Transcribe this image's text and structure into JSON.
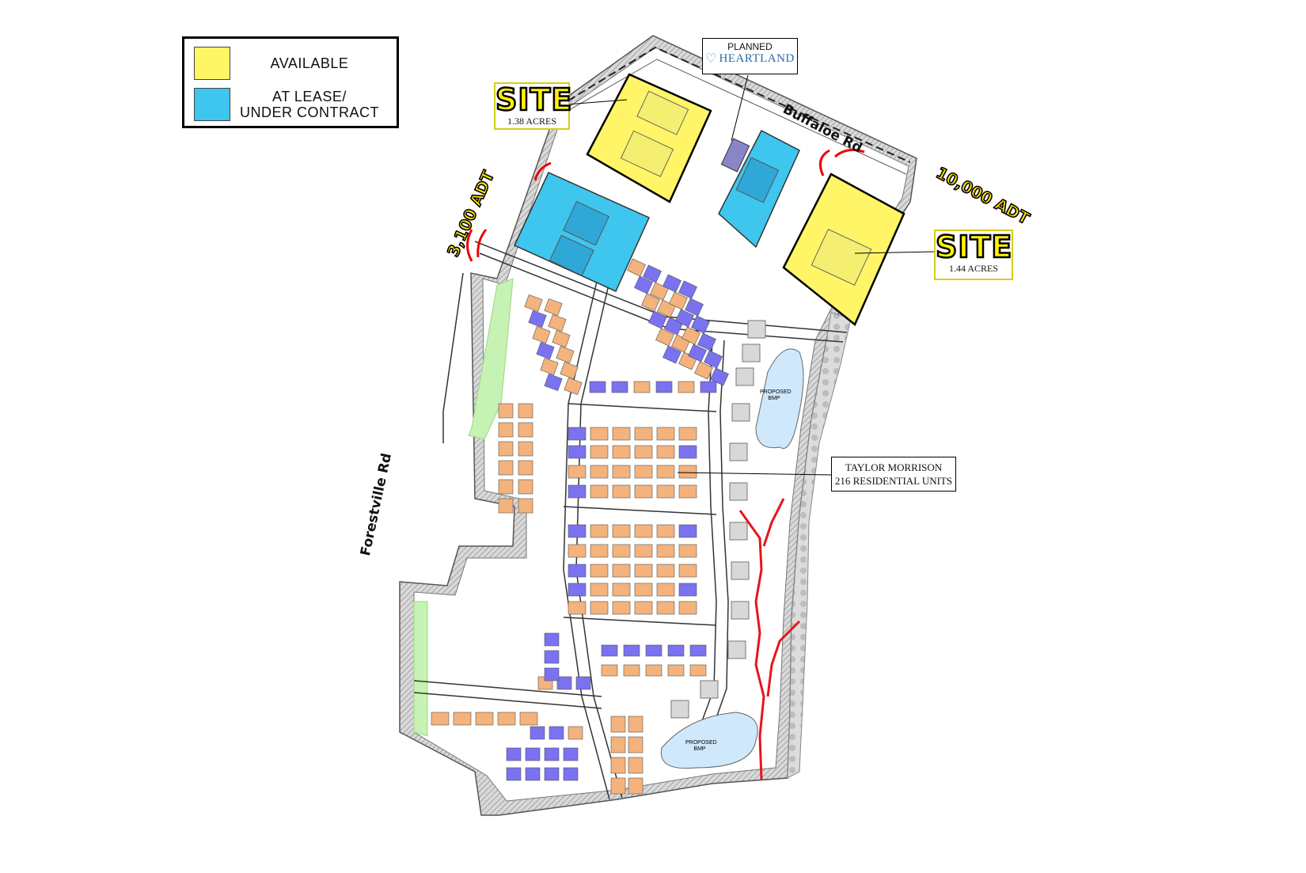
{
  "legend": {
    "available_label": "AVAILABLE",
    "lease_label_line1": "AT LEASE/",
    "lease_label_line2": "UNDER CONTRACT",
    "available_color": "#fff566",
    "lease_color": "#3ec6ee"
  },
  "sites": [
    {
      "label": "SITE",
      "acres": "1.38 ACRES"
    },
    {
      "label": "SITE",
      "acres": "1.44 ACRES"
    }
  ],
  "planned": {
    "line1": "PLANNED",
    "brand": "HEARTLAND",
    "logo_icon": "heart-icon"
  },
  "roads": {
    "buffaloe": "Buffaloe Rd",
    "forestville": "Forestville Rd"
  },
  "traffic": {
    "west": "3,100 ADT",
    "east": "10,000 ADT"
  },
  "development": {
    "line1": "TAYLOR MORRISON",
    "line2": "216 RESIDENTIAL UNITS"
  },
  "bmp": {
    "upper_line1": "PROPOSED",
    "upper_line2": "BMP",
    "lower_line1": "PROPOSED",
    "lower_line2": "BMP"
  },
  "colors": {
    "orange_lot": "#f4b27c",
    "purple_lot": "#7a72f0",
    "green_buffer": "#c6f2b4",
    "pond": "#cfe8fb",
    "stream": "#e8141c",
    "hatch": "#b8b8b8"
  }
}
